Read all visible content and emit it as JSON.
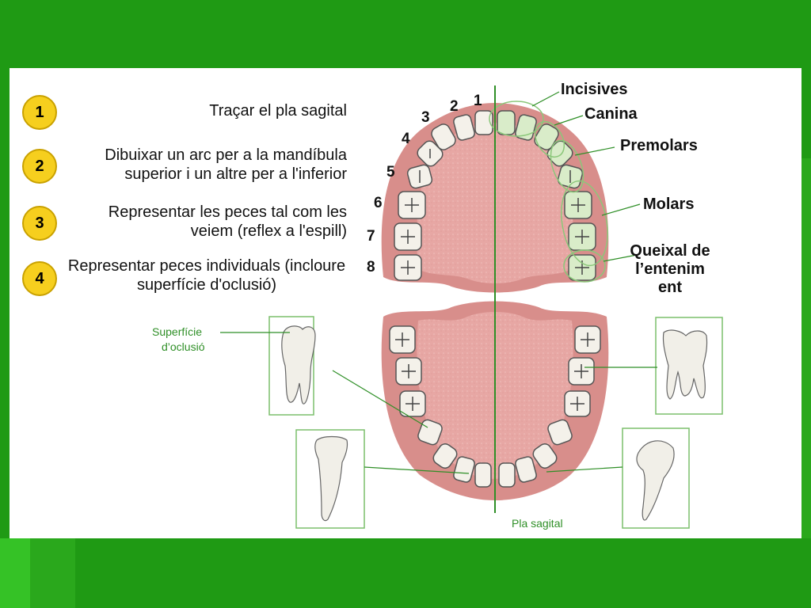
{
  "steps": [
    {
      "number": "1",
      "text": "Traçar el pla sagital"
    },
    {
      "number": "2",
      "text": "Dibuixar un arc per a la mandíbula superior i un altre per a l'inferior"
    },
    {
      "number": "3",
      "text": "Representar les peces tal com les veiem (reflex a l'espill)"
    },
    {
      "number": "4",
      "text": "Representar peces individuals (incloure superfície d'oclusió)"
    }
  ],
  "tooth_numbers": [
    "1",
    "2",
    "3",
    "4",
    "5",
    "6",
    "7",
    "8"
  ],
  "tooth_types": {
    "incisives": "Incisives",
    "canina": "Canina",
    "premolars": "Premolars",
    "molars": "Molars",
    "queixal": "Queixal de l’entenim ent"
  },
  "occlusal_label": "Superfície d’oclusió",
  "sagittal_label": "Pla sagital",
  "colors": {
    "background": "#1f9a14",
    "badge": "#f6cf1e",
    "gum": "#e8a9a6",
    "annotation": "#2f8f27"
  }
}
